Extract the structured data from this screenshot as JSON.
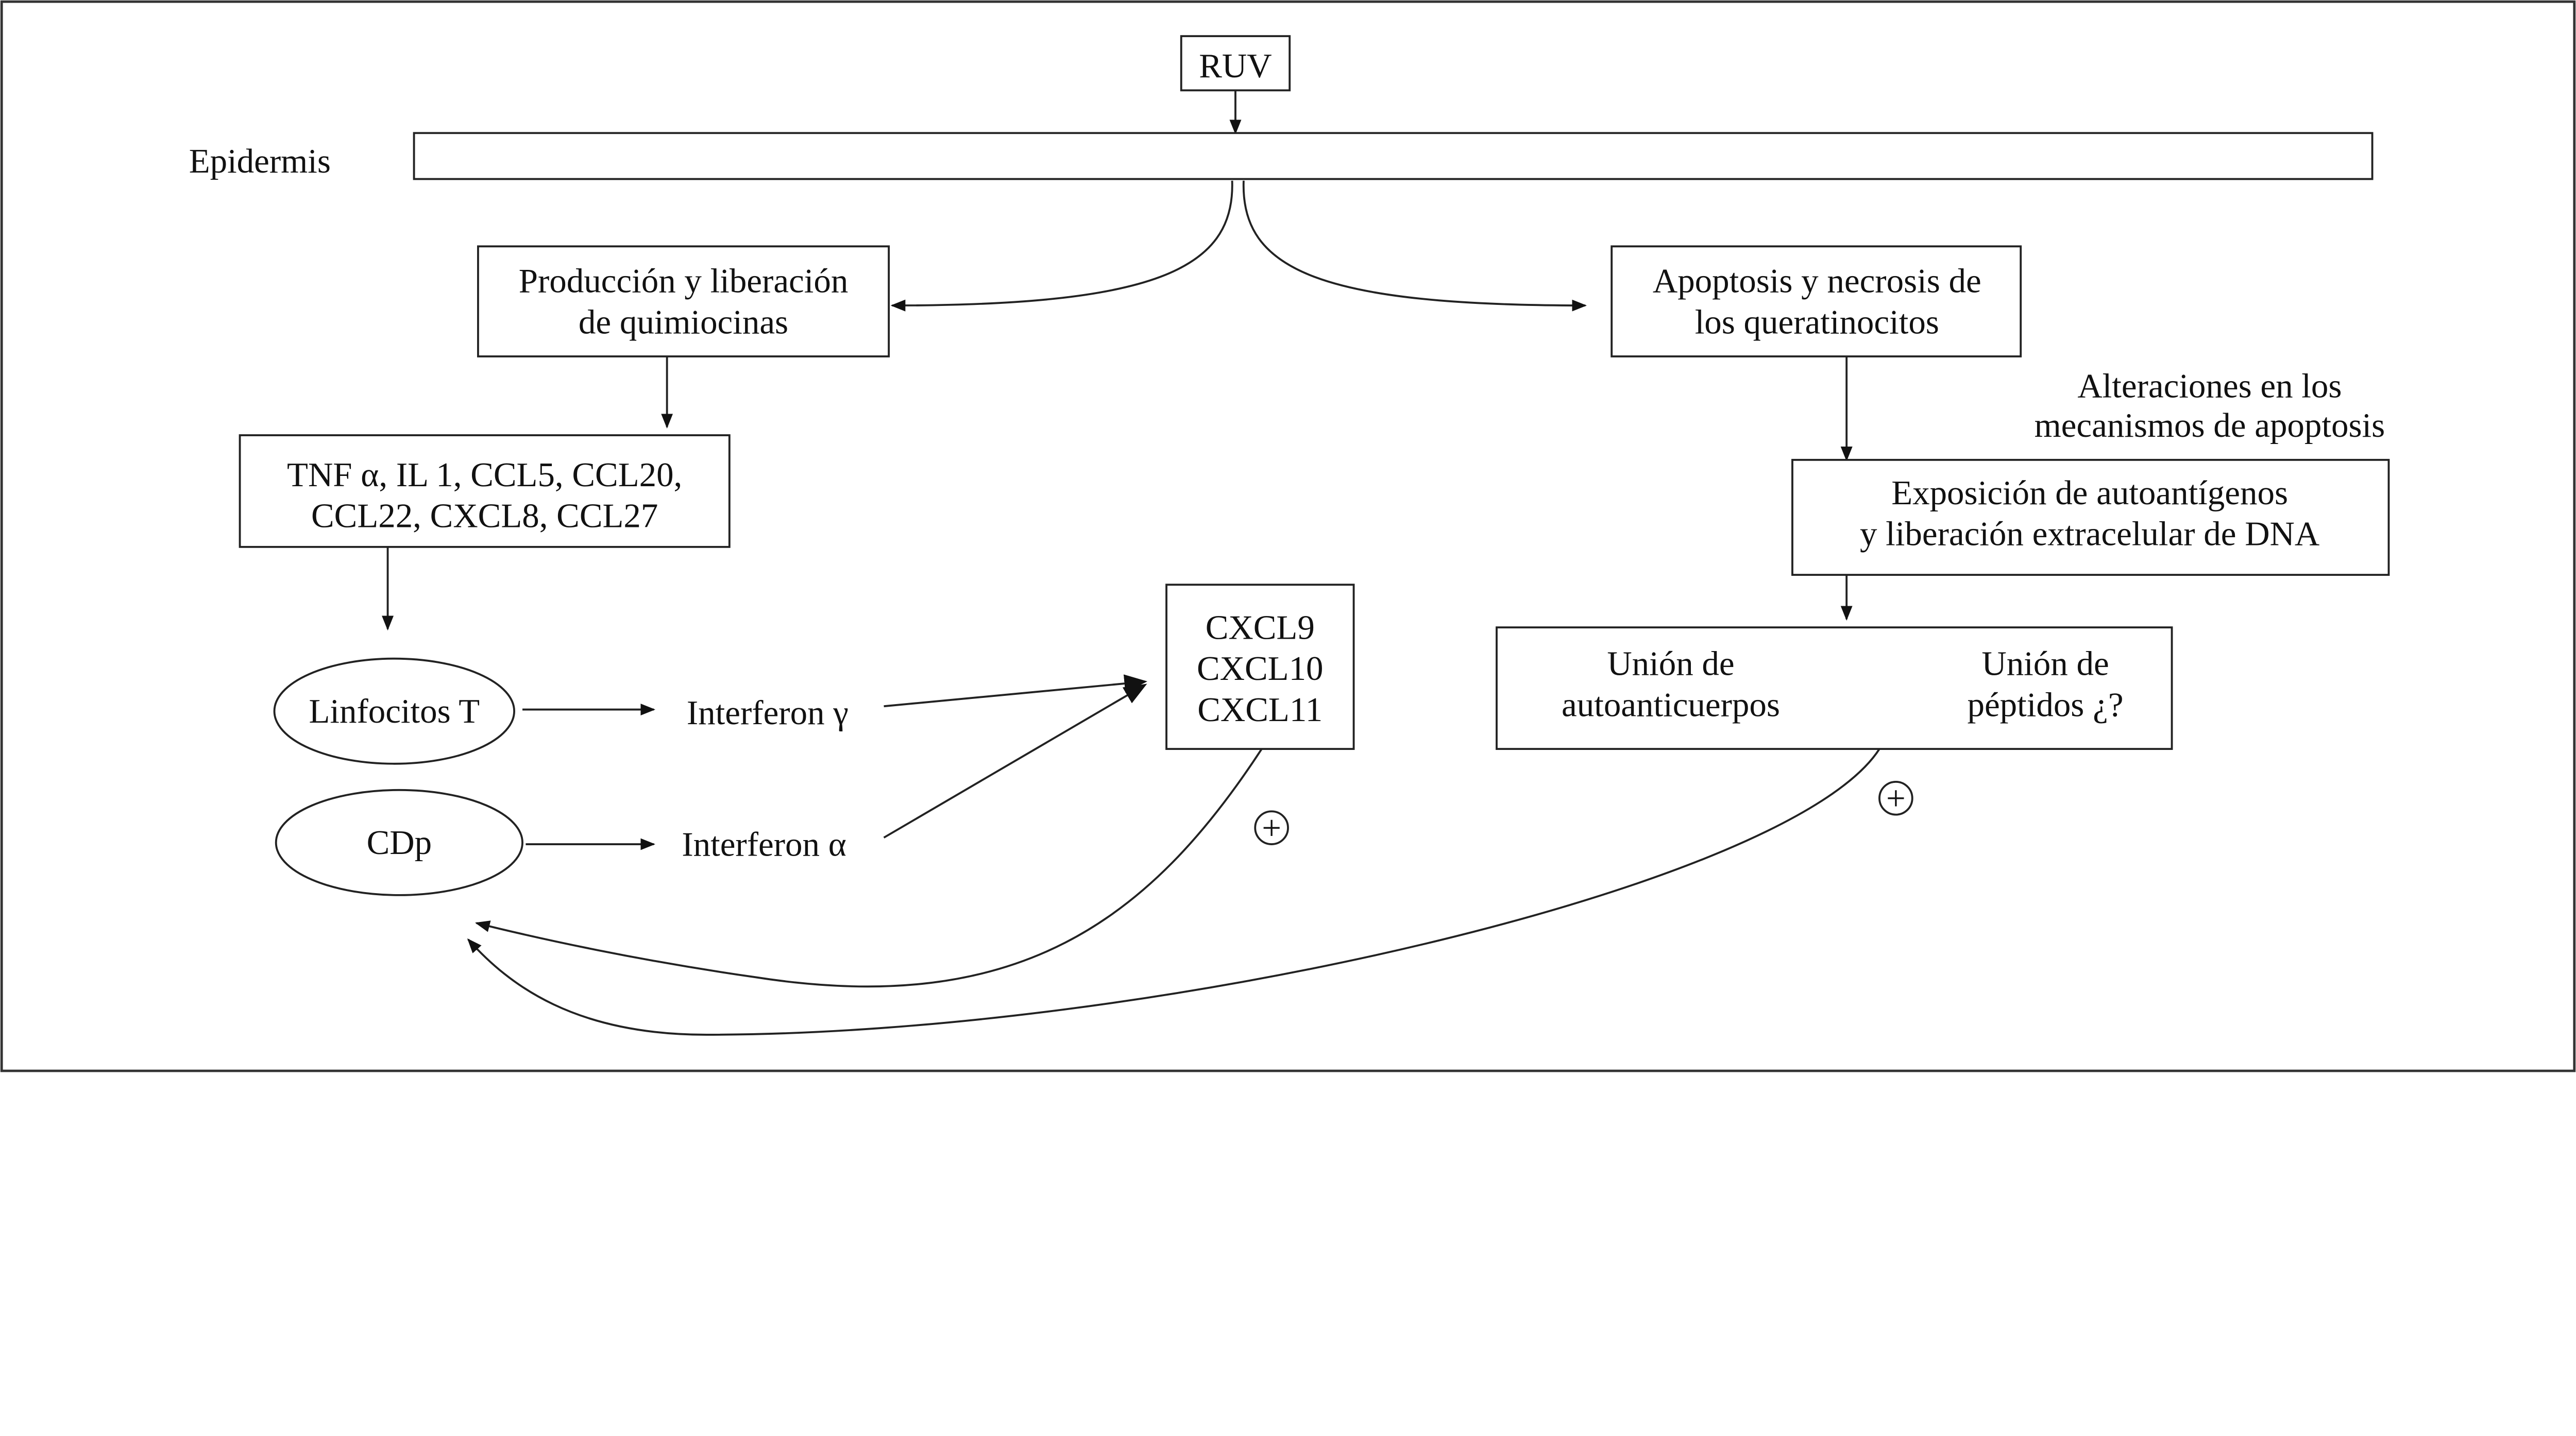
{
  "nodes": {
    "ruv": [
      "RUV"
    ],
    "epidermis": [
      "Epidermis"
    ],
    "produccion": [
      "Producción y liberación",
      "de quimiocinas"
    ],
    "apoptosis": [
      "Apoptosis y necrosis de",
      "los queratinocitos"
    ],
    "citocinas": [
      "TNF α, IL 1, CCL5, CCL20,",
      "CCL22, CXCL8, CCL27"
    ],
    "alteraciones": [
      "Alteraciones en los",
      "mecanismos de apoptosis"
    ],
    "exposicion": [
      "Exposición de autoantígenos",
      "y liberación extracelular de DNA"
    ],
    "linfocitos": [
      "Linfocitos T"
    ],
    "cdp": [
      "CDp"
    ],
    "ifn_gamma": [
      "Interferon γ"
    ],
    "ifn_alfa": [
      "Interferon α"
    ],
    "cxcl": [
      "CXCL9",
      "CXCL10",
      "CXCL11"
    ],
    "union_auto": [
      "Unión de",
      "autoanticuerpos"
    ],
    "union_pept": [
      "Unión de",
      "péptidos ¿?"
    ],
    "plus": [
      "+"
    ]
  }
}
